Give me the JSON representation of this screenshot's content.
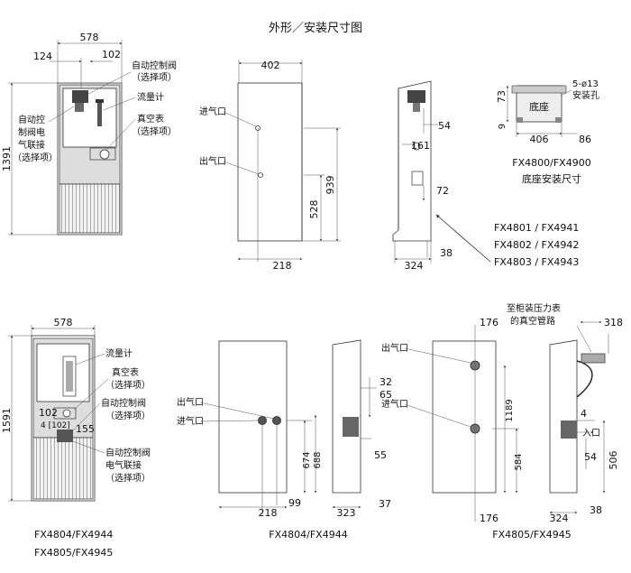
{
  "title": "外形／安装尺寸图",
  "top_left": {
    "dims": {
      "width": "578",
      "left": "124",
      "right": "102",
      "height": "1391"
    },
    "labels": {
      "auto_valve": "自动控制阀",
      "auto_valve_opt": "（选择项）",
      "flow": "流量计",
      "vacuum": "真空表",
      "vacuum_opt": "（选择项）",
      "elec1": "自动控",
      "elec2": "制阀电",
      "elec3": "气联接",
      "elec4": "（选择项）"
    }
  },
  "top_mid": {
    "dims": {
      "top": "402",
      "bottom": "218",
      "h1": "528",
      "h2": "939"
    },
    "labels": {
      "in": "进气口",
      "out": "出气口"
    }
  },
  "top_side": {
    "dims": {
      "d54": "54",
      "d161": "161",
      "d72": "72",
      "d324": "324",
      "d38": "38"
    }
  },
  "base": {
    "dims": {
      "h73": "73",
      "h9": "9",
      "w406": "406",
      "w86": "86"
    },
    "label": "底座",
    "hole1": "5-ø13",
    "hole2": "安装孔",
    "model": "FX4800/FX4900",
    "caption": "底座安装尺寸"
  },
  "models_list": [
    "FX4801 / FX4941",
    "FX4802 / FX4942",
    "FX4803 / FX4943"
  ],
  "bottom_left": {
    "dims": {
      "width": "578",
      "height": "1591",
      "d102": "102",
      "d155": "155",
      "tag": "4 [102]"
    },
    "labels": {
      "flow": "流量计",
      "vacuum": "真空表",
      "vacuum_opt": "（选择项）",
      "auto_valve": "自动控制阀",
      "auto_valve_opt": "（选择项）",
      "elec1": "自动控制阀",
      "elec2": "电气联接",
      "elec3": "（选择项）"
    },
    "model1": "FX4804/FX4944",
    "model2": "FX4805/FX4945"
  },
  "bottom_mid": {
    "dims": {
      "d218": "218",
      "d99": "99",
      "d674": "674",
      "d688": "688",
      "d32": "32",
      "d65": "65",
      "d55": "55",
      "d323": "323",
      "d37": "37"
    },
    "labels": {
      "out": "出气口",
      "in": "进气口"
    },
    "model": "FX4804/FX4944"
  },
  "bottom_right": {
    "dims": {
      "d176a": "176",
      "d176b": "176",
      "d1189": "1189",
      "d584": "584",
      "d318": "318",
      "d4": "4",
      "d54": "54",
      "d506": "506",
      "d324": "324",
      "d38": "38"
    },
    "labels": {
      "out": "出气口",
      "in": "进气口",
      "pipe1": "至柜装压力表",
      "pipe2": "的真空管路",
      "inlet": "入口"
    },
    "model": "FX4805/FX4945"
  }
}
